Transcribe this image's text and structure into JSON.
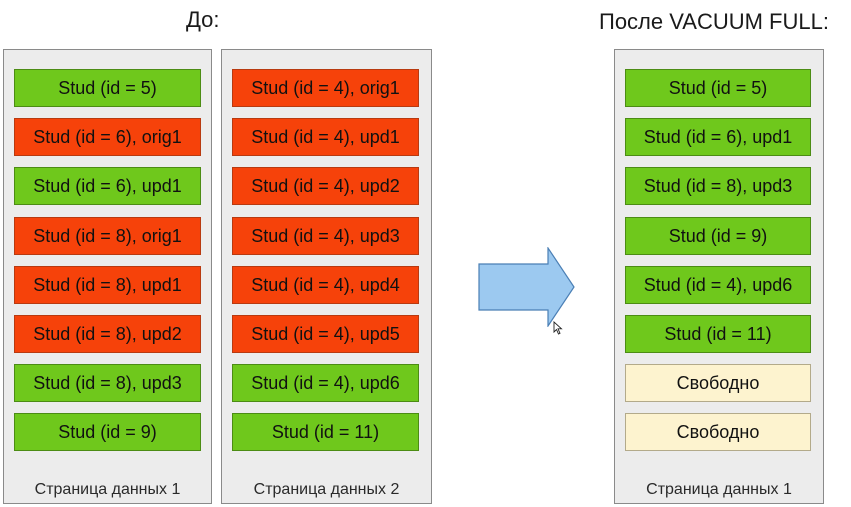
{
  "headings": {
    "before": "До:",
    "after": "После VACUUM FULL:"
  },
  "colors": {
    "live": "#6fc81c",
    "dead": "#f6420a",
    "free": "#fdf3cf",
    "arrow": "#9cc9f0"
  },
  "pages": [
    {
      "id": "before-1",
      "footer": "Страница данных 1",
      "rows": [
        {
          "label": "Stud (id = 5)",
          "status": "live"
        },
        {
          "label": "Stud (id = 6), orig1",
          "status": "dead"
        },
        {
          "label": "Stud (id = 6), upd1",
          "status": "live"
        },
        {
          "label": "Stud (id = 8), orig1",
          "status": "dead"
        },
        {
          "label": "Stud (id = 8), upd1",
          "status": "dead"
        },
        {
          "label": "Stud (id = 8), upd2",
          "status": "dead"
        },
        {
          "label": "Stud (id = 8), upd3",
          "status": "live"
        },
        {
          "label": "Stud (id = 9)",
          "status": "live"
        }
      ]
    },
    {
      "id": "before-2",
      "footer": "Страница данных 2",
      "rows": [
        {
          "label": "Stud (id = 4), orig1",
          "status": "dead"
        },
        {
          "label": "Stud (id = 4), upd1",
          "status": "dead"
        },
        {
          "label": "Stud (id = 4), upd2",
          "status": "dead"
        },
        {
          "label": "Stud (id = 4), upd3",
          "status": "dead"
        },
        {
          "label": "Stud (id = 4), upd4",
          "status": "dead"
        },
        {
          "label": "Stud (id = 4), upd5",
          "status": "dead"
        },
        {
          "label": "Stud (id = 4), upd6",
          "status": "live"
        },
        {
          "label": "Stud (id = 11)",
          "status": "live"
        }
      ]
    },
    {
      "id": "after-1",
      "footer": "Страница данных 1",
      "rows": [
        {
          "label": "Stud (id = 5)",
          "status": "live"
        },
        {
          "label": "Stud (id = 6), upd1",
          "status": "live"
        },
        {
          "label": "Stud (id = 8), upd3",
          "status": "live"
        },
        {
          "label": "Stud (id = 9)",
          "status": "live"
        },
        {
          "label": "Stud (id = 4), upd6",
          "status": "live"
        },
        {
          "label": "Stud (id = 11)",
          "status": "live"
        },
        {
          "label": "Свободно",
          "status": "free"
        },
        {
          "label": "Свободно",
          "status": "free"
        }
      ]
    }
  ]
}
